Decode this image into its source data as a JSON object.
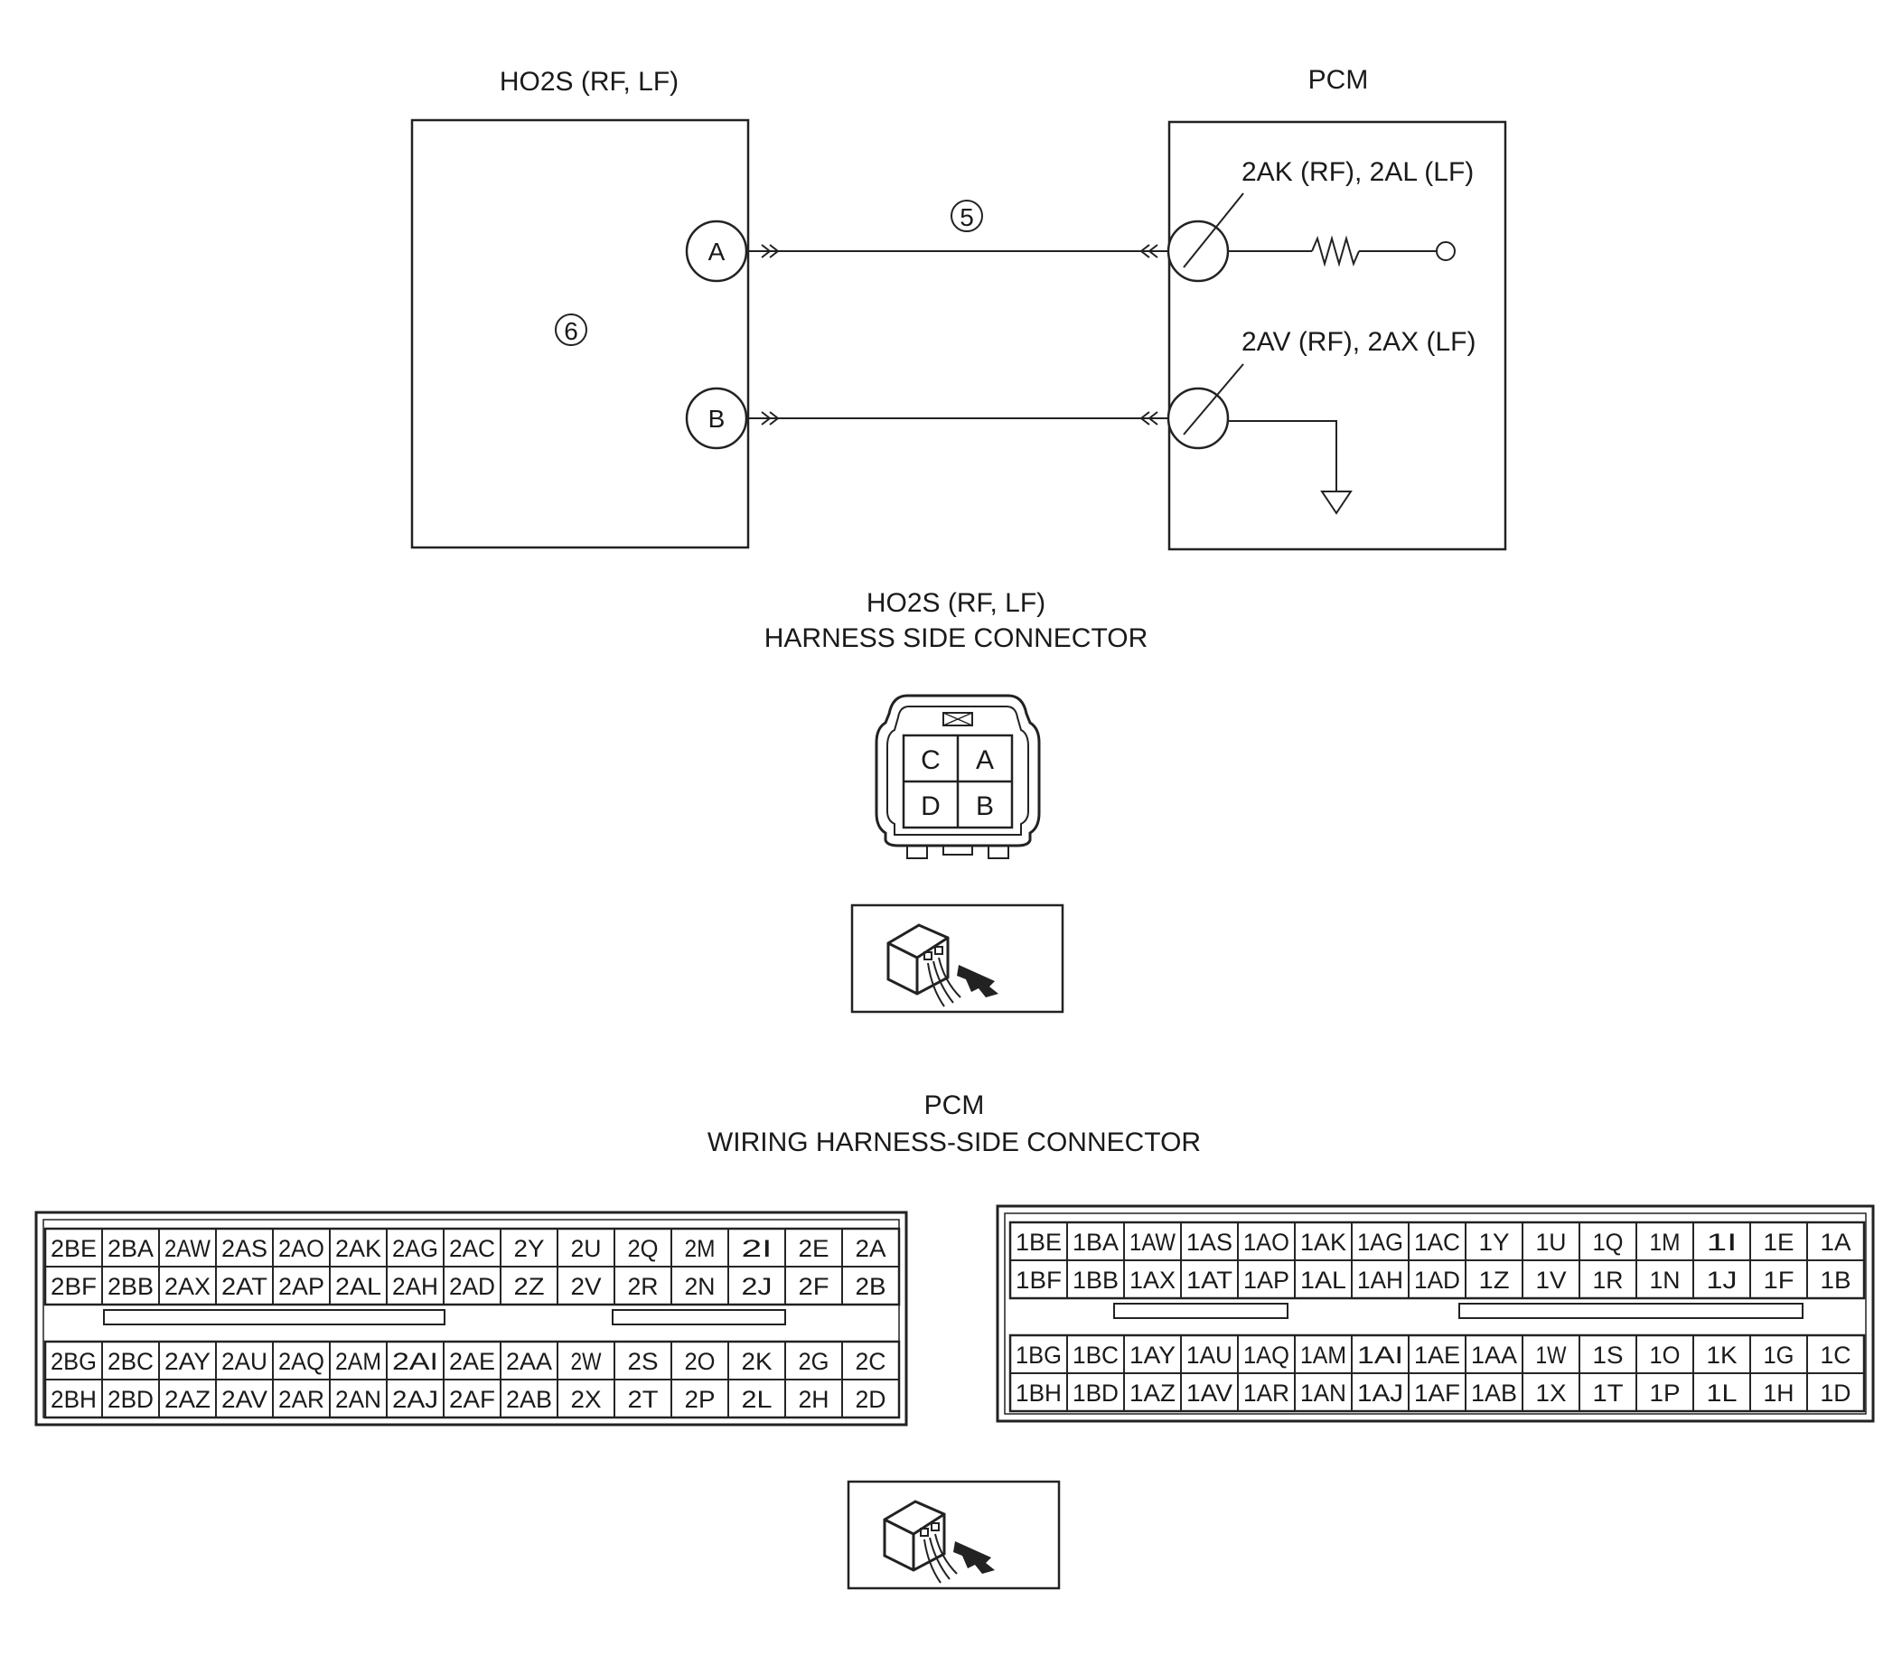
{
  "schematic": {
    "ho2s_title": "HO2S (RF, LF)",
    "pcm_title": "PCM",
    "ho2s_box_number": "6",
    "wire_number": "5",
    "pin_a": "A",
    "pin_b": "B",
    "pcm_pin_top": "2AK (RF), 2AL (LF)",
    "pcm_pin_bottom": "2AV (RF), 2AX (LF)"
  },
  "ho2s_connector": {
    "title_line1": "HO2S (RF, LF)",
    "title_line2": "HARNESS SIDE CONNECTOR",
    "cells": [
      "C",
      "A",
      "D",
      "B"
    ]
  },
  "pcm_connector": {
    "title_line1": "PCM",
    "title_line2": "WIRING HARNESS-SIDE CONNECTOR",
    "left_block": {
      "top_rows": [
        [
          "2BE",
          "2BA",
          "2AW",
          "2AS",
          "2AO",
          "2AK",
          "2AG",
          "2AC",
          "2Y",
          "2U",
          "2Q",
          "2M",
          "2I",
          "2E",
          "2A"
        ],
        [
          "2BF",
          "2BB",
          "2AX",
          "2AT",
          "2AP",
          "2AL",
          "2AH",
          "2AD",
          "2Z",
          "2V",
          "2R",
          "2N",
          "2J",
          "2F",
          "2B"
        ]
      ],
      "bottom_rows": [
        [
          "2BG",
          "2BC",
          "2AY",
          "2AU",
          "2AQ",
          "2AM",
          "2AI",
          "2AE",
          "2AA",
          "2W",
          "2S",
          "2O",
          "2K",
          "2G",
          "2C"
        ],
        [
          "2BH",
          "2BD",
          "2AZ",
          "2AV",
          "2AR",
          "2AN",
          "2AJ",
          "2AF",
          "2AB",
          "2X",
          "2T",
          "2P",
          "2L",
          "2H",
          "2D"
        ]
      ]
    },
    "right_block": {
      "top_rows": [
        [
          "1BE",
          "1BA",
          "1AW",
          "1AS",
          "1AO",
          "1AK",
          "1AG",
          "1AC",
          "1Y",
          "1U",
          "1Q",
          "1M",
          "1I",
          "1E",
          "1A"
        ],
        [
          "1BF",
          "1BB",
          "1AX",
          "1AT",
          "1AP",
          "1AL",
          "1AH",
          "1AD",
          "1Z",
          "1V",
          "1R",
          "1N",
          "1J",
          "1F",
          "1B"
        ]
      ],
      "bottom_rows": [
        [
          "1BG",
          "1BC",
          "1AY",
          "1AU",
          "1AQ",
          "1AM",
          "1AI",
          "1AE",
          "1AA",
          "1W",
          "1S",
          "1O",
          "1K",
          "1G",
          "1C"
        ],
        [
          "1BH",
          "1BD",
          "1AZ",
          "1AV",
          "1AR",
          "1AN",
          "1AJ",
          "1AF",
          "1AB",
          "1X",
          "1T",
          "1P",
          "1L",
          "1H",
          "1D"
        ]
      ]
    }
  },
  "icons": [
    "connector-view-icon"
  ]
}
